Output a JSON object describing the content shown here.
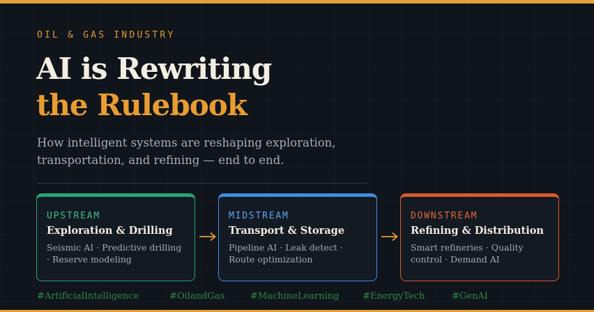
{
  "header": {
    "eyebrow": "OIL & GAS INDUSTRY",
    "title_line1": "AI is Rewriting",
    "title_line2": "the Rulebook",
    "subtitle": "How intelligent systems are reshaping exploration, transportation, and refining — end to end."
  },
  "stages": [
    {
      "tag": "UPSTREAM",
      "title": "Exploration & Drilling",
      "description": "Seismic AI · Predictive drilling · Reserve modeling"
    },
    {
      "tag": "MIDSTREAM",
      "title": "Transport & Storage",
      "description": "Pipeline AI · Leak detect · Route optimization"
    },
    {
      "tag": "DOWNSTREAM",
      "title": "Refining & Distribution",
      "description": "Smart refineries · Quality control · Demand AI"
    }
  ],
  "hashtags": [
    "#ArtificialIntelligence",
    "#OilandGas",
    "#MachineLearning",
    "#EnergyTech",
    "#GenAI"
  ],
  "colors": {
    "accent": "#e89d32",
    "upstream": "#24a874",
    "midstream": "#3f8de3",
    "downstream": "#d9592c",
    "hashtag": "#2e8a4a"
  },
  "icons": [
    "arrow-right-icon",
    "arrow-right-icon"
  ]
}
